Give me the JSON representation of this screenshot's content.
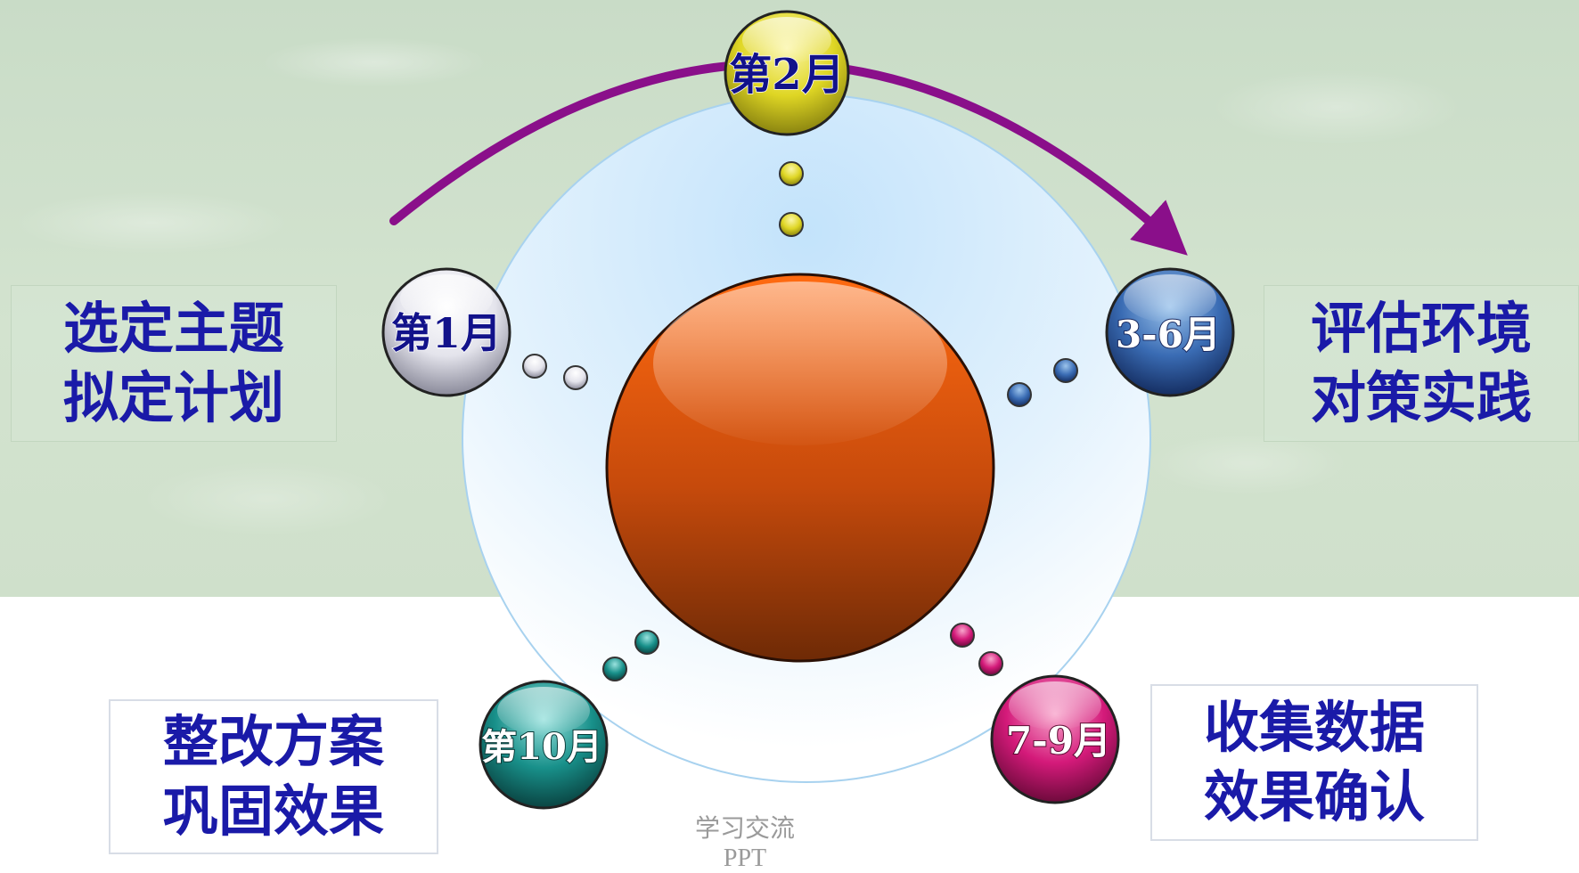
{
  "nodes": {
    "month1": "第1月",
    "month2": "第2月",
    "month3_6": "3-6月",
    "month7_9": "7-9月",
    "month10": "第10月"
  },
  "labels": {
    "top_left": [
      "选定主题",
      "拟定计划"
    ],
    "top_right": [
      "评估环境",
      "对策实践"
    ],
    "bottom_left": [
      "整改方案",
      "巩固效果"
    ],
    "bottom_right": [
      "收集数据",
      "效果确认"
    ]
  },
  "footer": "学习交流PPT",
  "colors": {
    "text": "#1a1aa8",
    "arrow": "#8a0f8a",
    "center_sphere": "#e05a12",
    "node_month1": "#b8b8c8",
    "node_month2": "#d8d020",
    "node_month3_6": "#2a5aa0",
    "node_month7_9": "#d01a78",
    "node_month10": "#168a86"
  }
}
